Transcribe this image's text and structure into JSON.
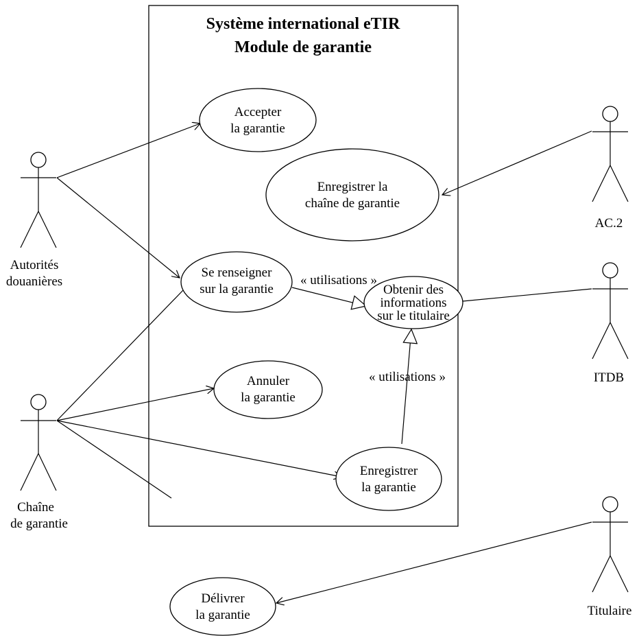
{
  "system": {
    "title_line1": "Système international eTIR",
    "title_line2": "Module de garantie"
  },
  "use_cases": {
    "accepter": [
      "Accepter",
      "la garantie"
    ],
    "enregistrer_chaine": [
      "Enregistrer la",
      "chaîne de garantie"
    ],
    "renseigner": [
      "Se renseigner",
      "sur la garantie"
    ],
    "obtenir": [
      "Obtenir des",
      "informations",
      "sur le titulaire"
    ],
    "annuler": [
      "Annuler",
      "la garantie"
    ],
    "enregistrer": [
      "Enregistrer",
      "la garantie"
    ],
    "delivrer": [
      "Délivrer",
      "la garantie"
    ]
  },
  "actors": {
    "autorites": [
      "Autorités",
      "douanières"
    ],
    "chaine": [
      "Chaîne",
      "de garantie"
    ],
    "ac2": [
      "AC.2"
    ],
    "itdb": [
      "ITDB"
    ],
    "titulaire": [
      "Titulaire"
    ]
  },
  "relations": {
    "include_horizontal": "« utilisations »",
    "include_vertical": "« utilisations »"
  }
}
